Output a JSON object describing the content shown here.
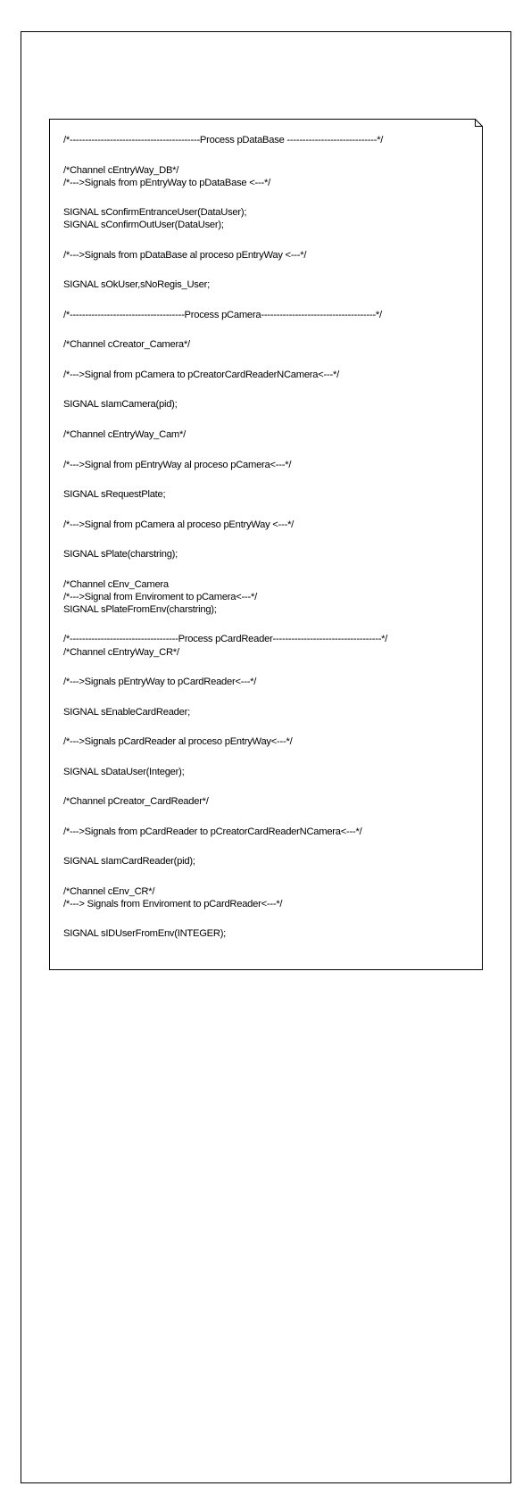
{
  "lines": [
    {
      "text": "/*------------------------------------------Process pDataBase -----------------------------*/"
    },
    {
      "text": "/*Channel cEntryWay_DB*/"
    },
    {
      "text": "/*--->Signals from pEntryWay to pDataBase <---*/"
    },
    {
      "text": "SIGNAL sConfirmEntranceUser(DataUser);"
    },
    {
      "text": "SIGNAL sConfirmOutUser(DataUser);"
    },
    {
      "text": "/*--->Signals from pDataBase al proceso pEntryWay <---*/"
    },
    {
      "text": "SIGNAL sOkUser,sNoRegis_User;"
    },
    {
      "text": "/*-------------------------------------Process pCamera-------------------------------------*/"
    },
    {
      "text": "/*Channel cCreator_Camera*/"
    },
    {
      "text": "/*--->Signal from pCamera to pCreatorCardReaderNCamera<---*/"
    },
    {
      "text": "SIGNAL sIamCamera(pid);"
    },
    {
      "text": "/*Channel cEntryWay_Cam*/"
    },
    {
      "text": "/*--->Signal from pEntryWay al proceso pCamera<---*/"
    },
    {
      "text": "SIGNAL sRequestPlate;"
    },
    {
      "text": "/*--->Signal from pCamera al proceso pEntryWay <---*/"
    },
    {
      "text": "SIGNAL sPlate(charstring);"
    },
    {
      "text": "/*Channel cEnv_Camera"
    },
    {
      "text": "/*--->Signal from Enviroment to pCamera<---*/"
    },
    {
      "text": "SIGNAL sPlateFromEnv(charstring);"
    },
    {
      "text": "/*-----------------------------------Process pCardReader-----------------------------------*/"
    },
    {
      "text": "/*Channel cEntryWay_CR*/"
    },
    {
      "text": "/*--->Signals pEntryWay to pCardReader<---*/"
    },
    {
      "text": "SIGNAL sEnableCardReader;"
    },
    {
      "text": "/*--->Signals pCardReader al proceso pEntryWay<---*/"
    },
    {
      "text": "SIGNAL sDataUser(Integer);"
    },
    {
      "text": "/*Channel pCreator_CardReader*/"
    },
    {
      "text": "/*--->Signals from pCardReader to pCreatorCardReaderNCamera<---*/"
    },
    {
      "text": "SIGNAL sIamCardReader(pid);"
    },
    {
      "text": "/*Channel cEnv_CR*/"
    },
    {
      "text": "/*---> Signals from Enviroment to pCardReader<---*/"
    },
    {
      "text": "SIGNAL sIDUserFromEnv(INTEGER);"
    }
  ]
}
